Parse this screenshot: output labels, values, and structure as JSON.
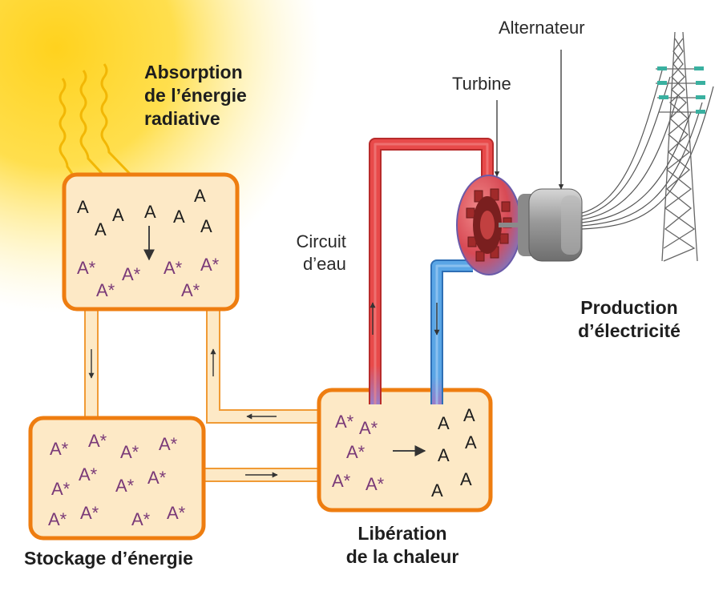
{
  "labels": {
    "absorption": [
      "Absorption",
      "de l’énergie",
      "radiative"
    ],
    "stockage": "Stockage d’énergie",
    "liberation": [
      "Libération",
      "de la chaleur"
    ],
    "circuit": [
      "Circuit",
      "d’eau"
    ],
    "turbine": "Turbine",
    "alternateur": "Alternateur",
    "production": [
      "Production",
      "d’électricité"
    ]
  },
  "molecules": {
    "ground": "A",
    "excited": "A*"
  },
  "colors": {
    "box_fill": "#fde9c6",
    "box_border": "#ee7d10",
    "hot_pipe": "#e44b4b",
    "cold_pipe": "#5aa3e0",
    "excited_text": "#7a3a78",
    "sun": "#ffd21e"
  }
}
